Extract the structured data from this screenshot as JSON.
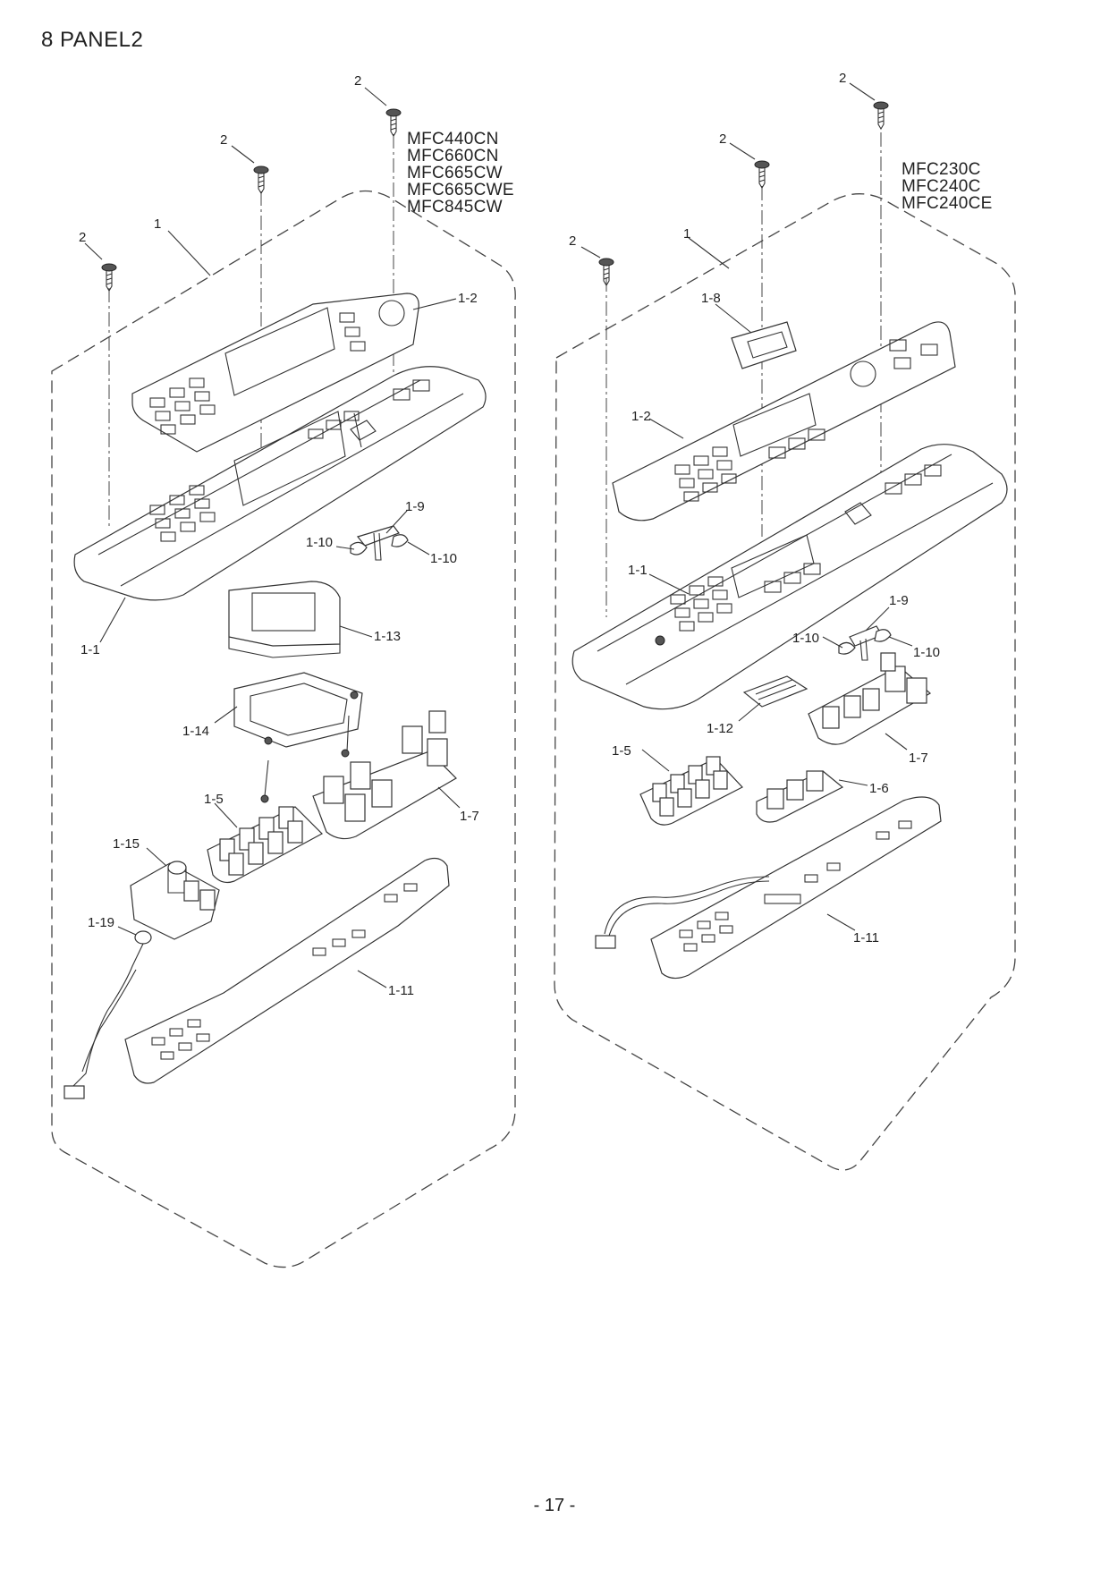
{
  "page": {
    "title": "8 PANEL2",
    "page_number": "- 17 -"
  },
  "left_assembly": {
    "models": [
      "MFC440CN",
      "MFC660CN",
      "MFC665CW",
      "MFC665CWE",
      "MFC845CW"
    ],
    "callouts": {
      "screw_a": "2",
      "screw_b": "2",
      "screw_c": "2",
      "panel_unit": "1",
      "overlay": "1-2",
      "panel_cover": "1-1",
      "lever": "1-9",
      "spring_l": "1-10",
      "spring_r": "1-10",
      "lcd": "1-13",
      "lcd_holder": "1-14",
      "keys_ten": "1-7",
      "keys_dial": "1-5",
      "joystick": "1-15",
      "speaker": "1-19",
      "pcb": "1-11"
    }
  },
  "right_assembly": {
    "models": [
      "MFC230C",
      "MFC240C",
      "MFC240CE"
    ],
    "callouts": {
      "screw_a": "2",
      "screw_b": "2",
      "screw_c": "2",
      "panel_unit": "1",
      "lcd_window": "1-8",
      "overlay": "1-2",
      "panel_cover": "1-1",
      "lever": "1-9",
      "spring_l": "1-10",
      "spring_r": "1-10",
      "lcd": "1-12",
      "keys_ten": "1-7",
      "keys_dial": "1-5",
      "keys_func": "1-6",
      "pcb": "1-11"
    }
  }
}
